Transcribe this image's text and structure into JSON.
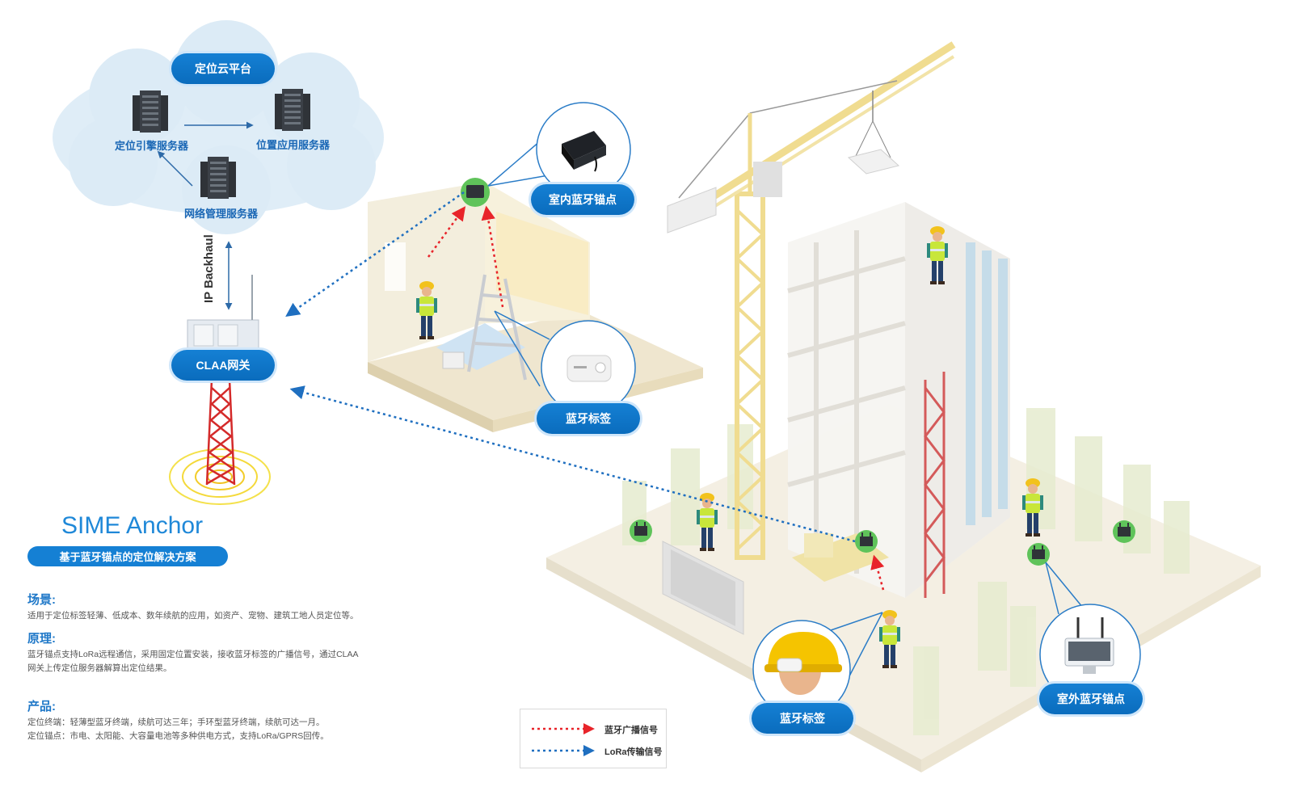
{
  "cloud": {
    "platform_label": "定位云平台",
    "engine_server_label": "定位引擎服务器",
    "app_server_label": "位置应用服务器",
    "nms_server_label": "网络管理服务器"
  },
  "backhaul_label": "IP Backhaul",
  "gateway_label": "CLAA网关",
  "callouts": {
    "indoor_anchor": "室内蓝牙锚点",
    "tag_indoor": "蓝牙标签",
    "tag_helmet": "蓝牙标签",
    "outdoor_anchor": "室外蓝牙锚点"
  },
  "brand": {
    "title": "SIME Anchor",
    "tagline": "基于蓝牙锚点的定位解决方案"
  },
  "sections": [
    {
      "heading": "场景:",
      "lines": [
        "适用于定位标签轻薄、低成本、数年续航的应用，如资产、宠物、建筑工地人员定位等。"
      ]
    },
    {
      "heading": "原理:",
      "lines": [
        "蓝牙锚点支持LoRa远程通信，采用固定位置安装，接收蓝牙标签的广播信号，通过CLAA",
        "网关上传定位服务器解算出定位结果。"
      ]
    },
    {
      "heading": "产品:",
      "lines": [
        "定位终端：轻薄型蓝牙终端，续航可达三年；手环型蓝牙终端，续航可达一月。",
        "定位锚点：市电、太阳能、大容量电池等多种供电方式，支持LoRa/GPRS回传。"
      ]
    }
  ],
  "legend": [
    {
      "label": "蓝牙广播信号",
      "color": "#e8242a"
    },
    {
      "label": "LoRa传输信号",
      "color": "#1f6fc0"
    }
  ],
  "colors": {
    "accent": "#1580d4",
    "bluetooth_signal": "#e8242a",
    "lora_signal": "#1f6fc0",
    "anchor_marker": "#5fc35a"
  },
  "icons": [
    "server-icon",
    "gateway-icon",
    "tower-icon",
    "anchor-device-icon",
    "tag-device-icon",
    "crane-icon",
    "building-icon",
    "worker-icon",
    "helmet-icon"
  ]
}
